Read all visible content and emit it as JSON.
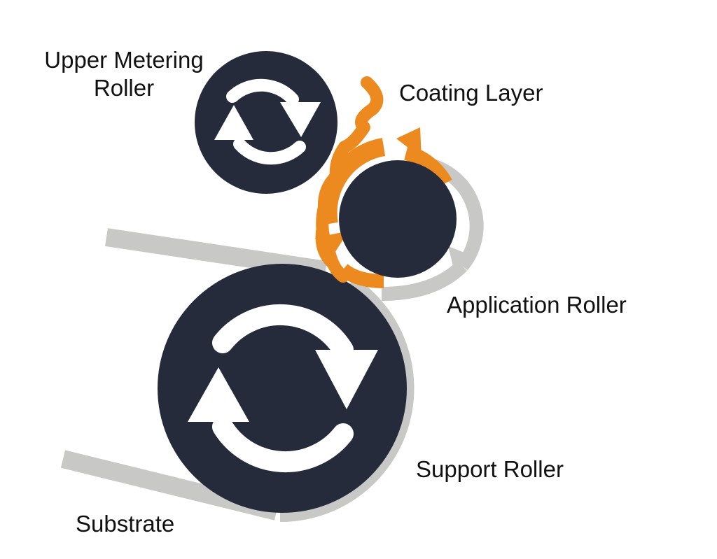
{
  "labels": {
    "upper_metering_line1": "Upper Metering",
    "upper_metering_line2": "Roller",
    "coating_layer": "Coating Layer",
    "application_roller": "Application Roller",
    "support_roller": "Support Roller",
    "substrate": "Substrate"
  },
  "colors": {
    "roller": "#262b3c",
    "coating": "#ec8a1f",
    "substrate": "#c8c8c6",
    "shadow": "#c8c8c6",
    "arrow": "#ffffff",
    "text": "#111111",
    "background": "#ffffff"
  },
  "icons": {
    "rotation": "refresh-arrows-icon",
    "coating_flow": "curved-arrow-icon"
  }
}
